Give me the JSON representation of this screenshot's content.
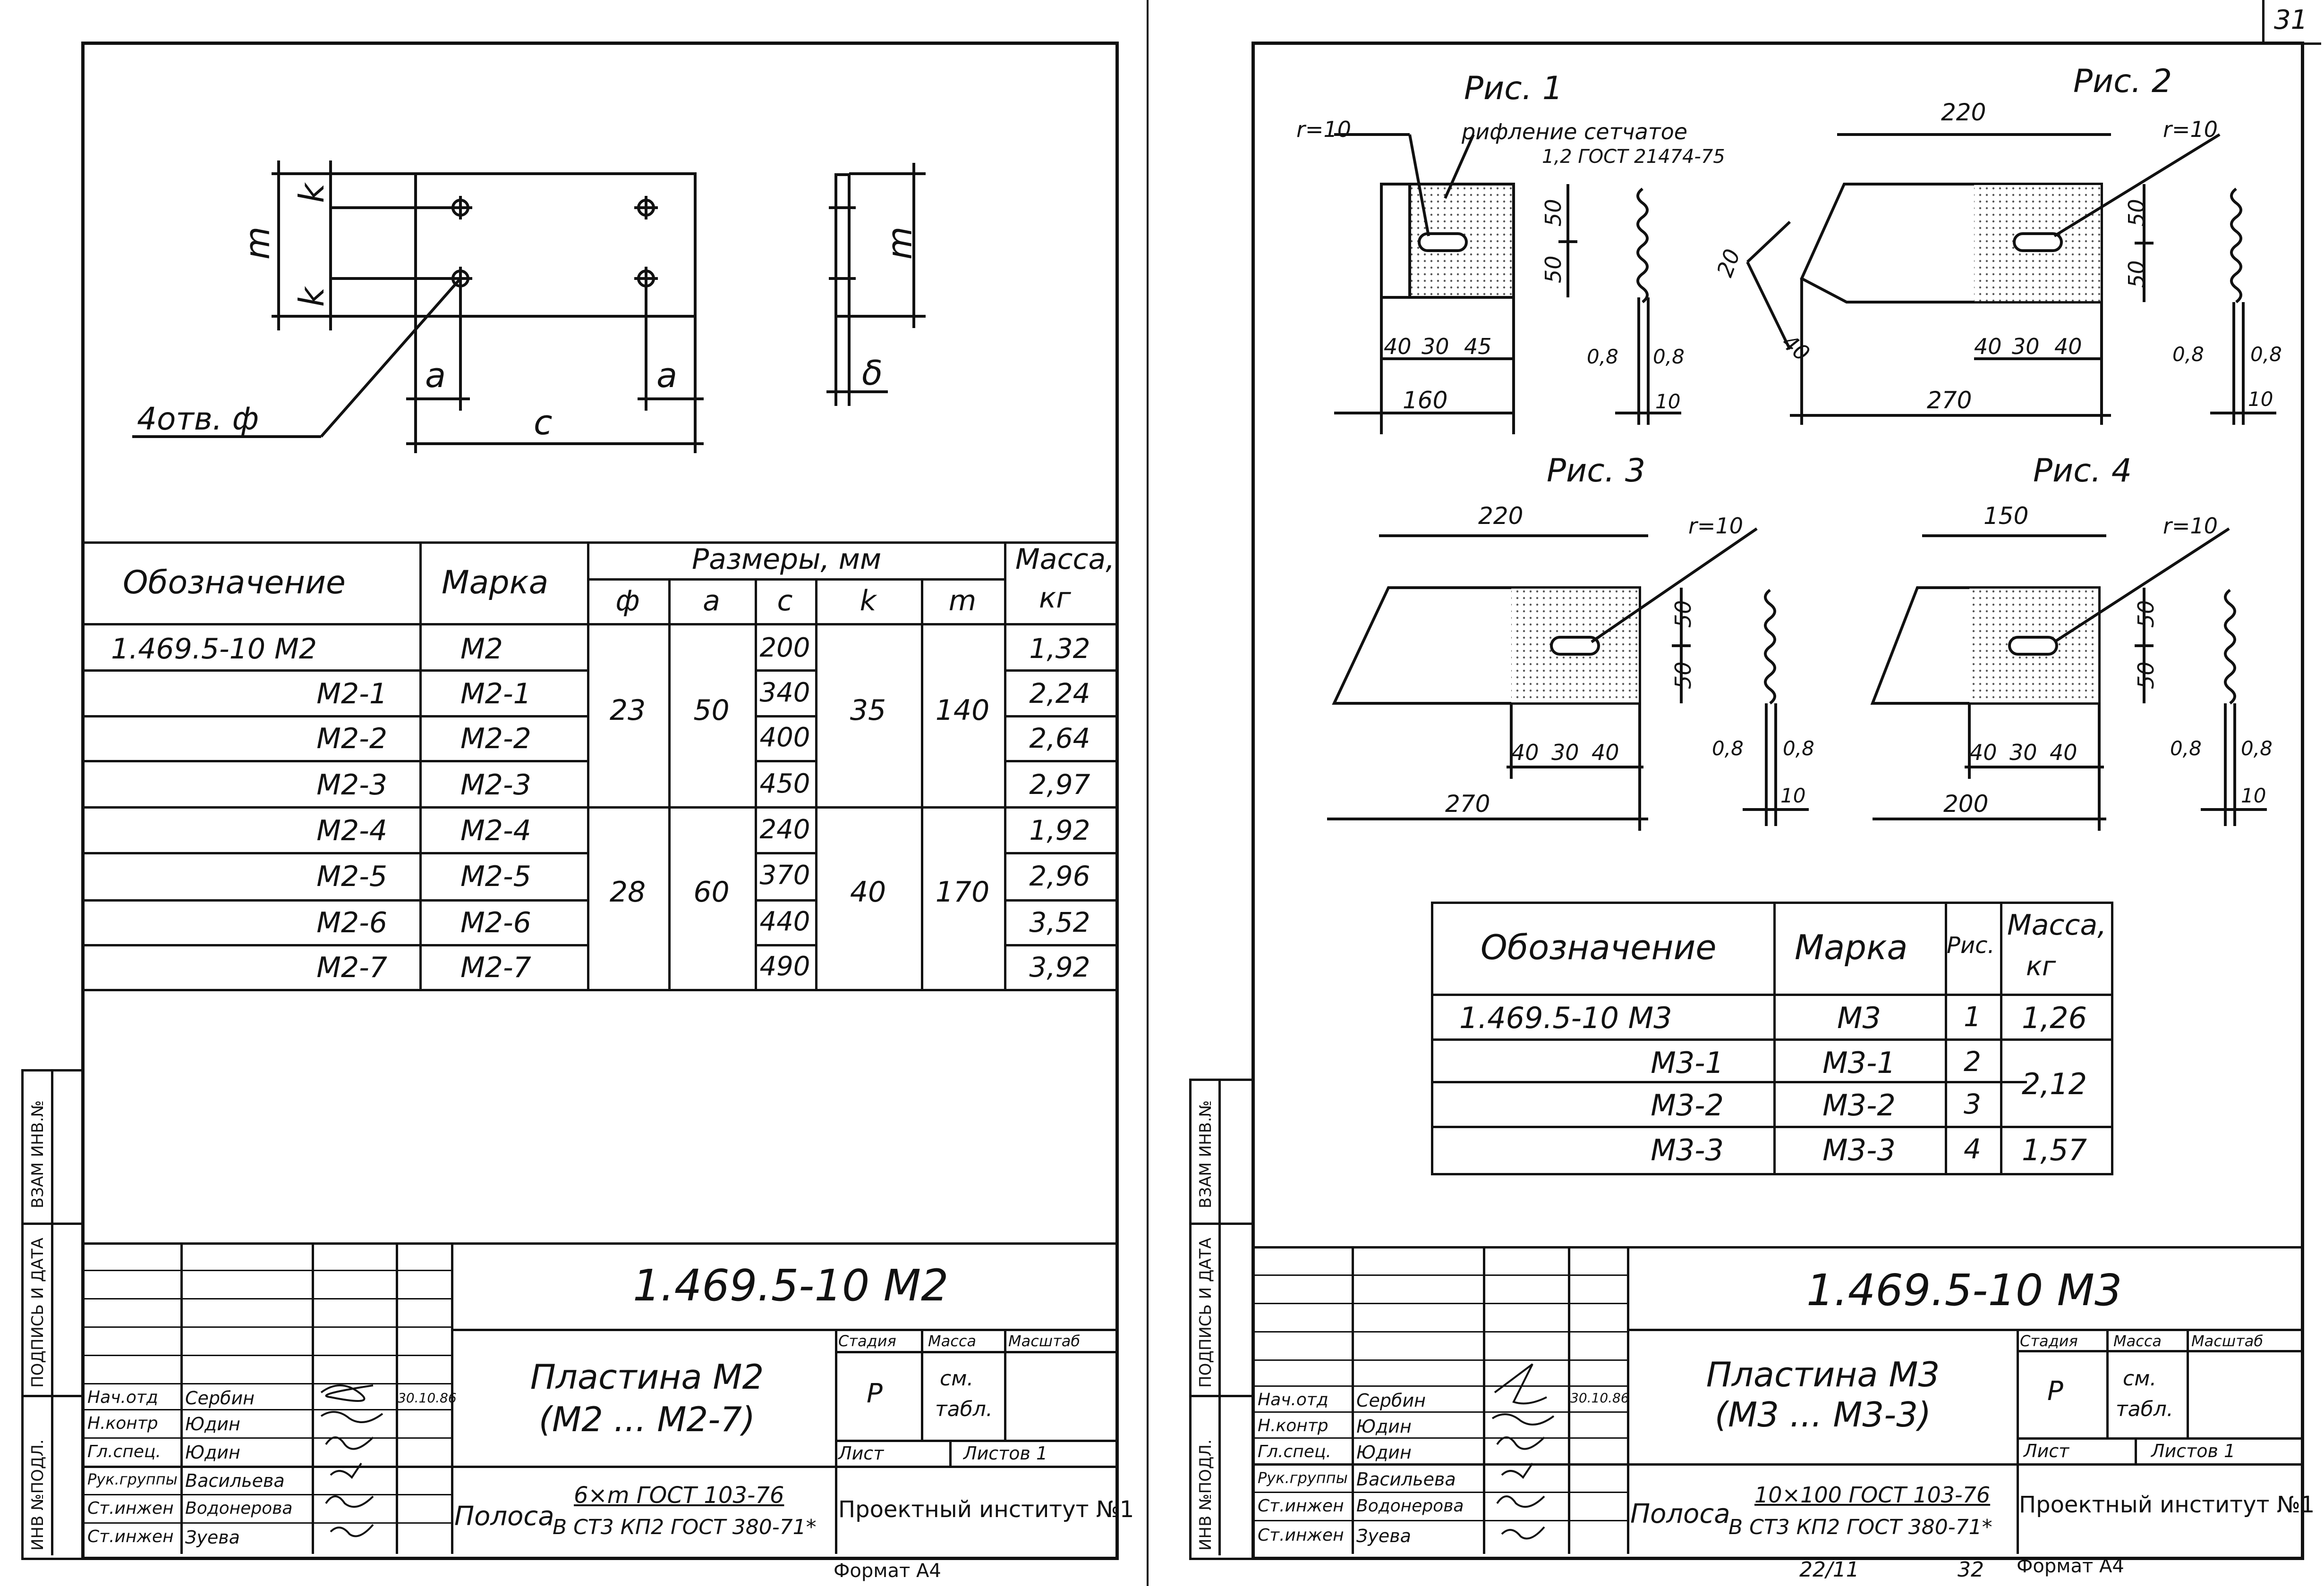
{
  "page_number": "31",
  "side_labels": [
    "ВЗАМ ИНВ.№",
    "ПОДПИСЬ И ДАТА",
    "ИНВ №ПОДЛ."
  ],
  "left": {
    "drawing": {
      "label_m": "m",
      "label_k": "k",
      "label_a": "a",
      "label_c": "c",
      "label_delta": "δ",
      "holes_label": "4отв. ф"
    },
    "table": {
      "headers": {
        "designation": "Обозначение",
        "mark": "Марка",
        "dimensions": "Размеры, мм",
        "mass": "Масса,",
        "mass_unit": "кг"
      },
      "subheaders": [
        "ф",
        "a",
        "c",
        "k",
        "m"
      ],
      "rows": [
        {
          "designation": "1.469.5-10 М2",
          "mark": "М2",
          "c": "200",
          "mass": "1,32"
        },
        {
          "designation": "М2-1",
          "mark": "М2-1",
          "c": "340",
          "mass": "2,24"
        },
        {
          "designation": "М2-2",
          "mark": "М2-2",
          "c": "400",
          "mass": "2,64"
        },
        {
          "designation": "М2-3",
          "mark": "М2-3",
          "c": "450",
          "mass": "2,97"
        },
        {
          "designation": "М2-4",
          "mark": "М2-4",
          "c": "240",
          "mass": "1,92"
        },
        {
          "designation": "М2-5",
          "mark": "М2-5",
          "c": "370",
          "mass": "2,96"
        },
        {
          "designation": "М2-6",
          "mark": "М2-6",
          "c": "440",
          "mass": "3,52"
        },
        {
          "designation": "М2-7",
          "mark": "М2-7",
          "c": "490",
          "mass": "3,92"
        }
      ],
      "groups": [
        {
          "phi": "23",
          "a": "50",
          "k": "35",
          "m": "140"
        },
        {
          "phi": "28",
          "a": "60",
          "k": "40",
          "m": "170"
        }
      ]
    },
    "title_block": {
      "code": "1.469.5-10 М2",
      "name_line1": "Пластина М2",
      "name_line2": "(М2 ... М2-7)",
      "stage_label": "Стадия",
      "mass_label": "Масса",
      "scale_label": "Масштаб",
      "stage": "Р",
      "mass_line1": "см.",
      "mass_line2": "табл.",
      "sheet_label": "Лист",
      "sheets_label": "Листов 1",
      "material_prefix": "Полоса",
      "material_top": "6×m  ГОСТ 103-76",
      "material_bottom": "В СТ3 КП2 ГОСТ 380-71*",
      "org": "Проектный институт №1",
      "date": "30.10.86",
      "staff": [
        {
          "role": "Нач.отд",
          "name": "Сербин"
        },
        {
          "role": "Н.контр",
          "name": "Юдин"
        },
        {
          "role": "Гл.спец.",
          "name": "Юдин"
        },
        {
          "role": "Рук.группы",
          "name": "Васильева"
        },
        {
          "role": "Ст.инжен",
          "name": "Водонерова"
        },
        {
          "role": "Ст.инжен",
          "name": "Зуева"
        }
      ],
      "format": "Формат А4"
    }
  },
  "right": {
    "figures": [
      {
        "title": "Рис. 1",
        "r": "r=10",
        "note1": "рифление сетчатое",
        "note2": "1,2 ГОСТ 21474-75",
        "dims": [
          "50",
          "50",
          "40",
          "30",
          "45",
          "160",
          "0,8",
          "0,8",
          "10"
        ]
      },
      {
        "title": "Рис. 2",
        "r": "r=10",
        "dims": [
          "220",
          "50",
          "50",
          "20",
          "40",
          "40",
          "30",
          "40",
          "270",
          "0,8",
          "0,8",
          "10"
        ]
      },
      {
        "title": "Рис. 3",
        "r": "r=10",
        "dims": [
          "220",
          "50",
          "50",
          "40",
          "30",
          "40",
          "270",
          "0,8",
          "0,8",
          "10"
        ]
      },
      {
        "title": "Рис. 4",
        "r": "r=10",
        "dims": [
          "150",
          "50",
          "50",
          "40",
          "30",
          "40",
          "200",
          "0,8",
          "0,8",
          "10"
        ]
      }
    ],
    "table": {
      "headers": {
        "designation": "Обозначение",
        "mark": "Марка",
        "fig": "Рис.",
        "mass": "Масса,",
        "mass_unit": "кг"
      },
      "rows": [
        {
          "designation": "1.469.5-10 М3",
          "mark": "М3",
          "fig": "1",
          "mass": "1,26"
        },
        {
          "designation": "М3-1",
          "mark": "М3-1",
          "fig": "2",
          "mass": "2,12"
        },
        {
          "designation": "М3-2",
          "mark": "М3-2",
          "fig": "3",
          "mass": ""
        },
        {
          "designation": "М3-3",
          "mark": "М3-3",
          "fig": "4",
          "mass": "1,57"
        }
      ]
    },
    "title_block": {
      "code": "1.469.5-10 М3",
      "name_line1": "Пластина М3",
      "name_line2": "(М3 ... М3-3)",
      "stage_label": "Стадия",
      "mass_label": "Масса",
      "scale_label": "Масштаб",
      "stage": "Р",
      "mass_line1": "см.",
      "mass_line2": "табл.",
      "sheet_label": "Лист",
      "sheets_label": "Листов 1",
      "material_prefix": "Полоса",
      "material_top": "10×100  ГОСТ 103-76",
      "material_bottom": "В СТ3 КП2  ГОСТ 380-71*",
      "org": "Проектный институт №1",
      "date": "30.10.86",
      "staff": [
        {
          "role": "Нач.отд",
          "name": "Сербин"
        },
        {
          "role": "Н.контр",
          "name": "Юдин"
        },
        {
          "role": "Гл.спец.",
          "name": "Юдин"
        },
        {
          "role": "Рук.группы",
          "name": "Васильева"
        },
        {
          "role": "Ст.инжен",
          "name": "Водонерова"
        },
        {
          "role": "Ст.инжен",
          "name": "Зуева"
        }
      ],
      "footer_left": "22/11",
      "footer_mid": "32",
      "format": "Формат А4"
    }
  }
}
